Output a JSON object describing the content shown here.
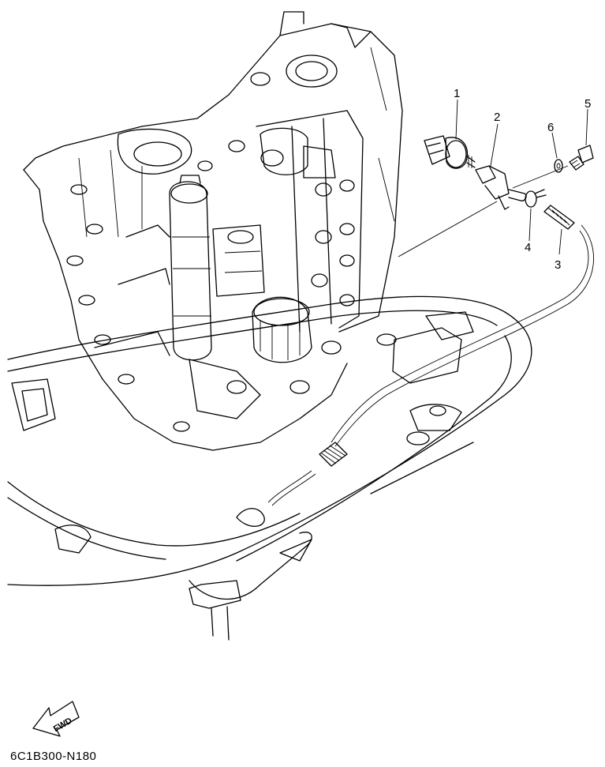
{
  "callouts": {
    "c1": "1",
    "c2": "2",
    "c3": "3",
    "c4": "4",
    "c5": "5",
    "c6": "6"
  },
  "fwd_label": "FWD",
  "drawing_code": "6C1B300-N180"
}
